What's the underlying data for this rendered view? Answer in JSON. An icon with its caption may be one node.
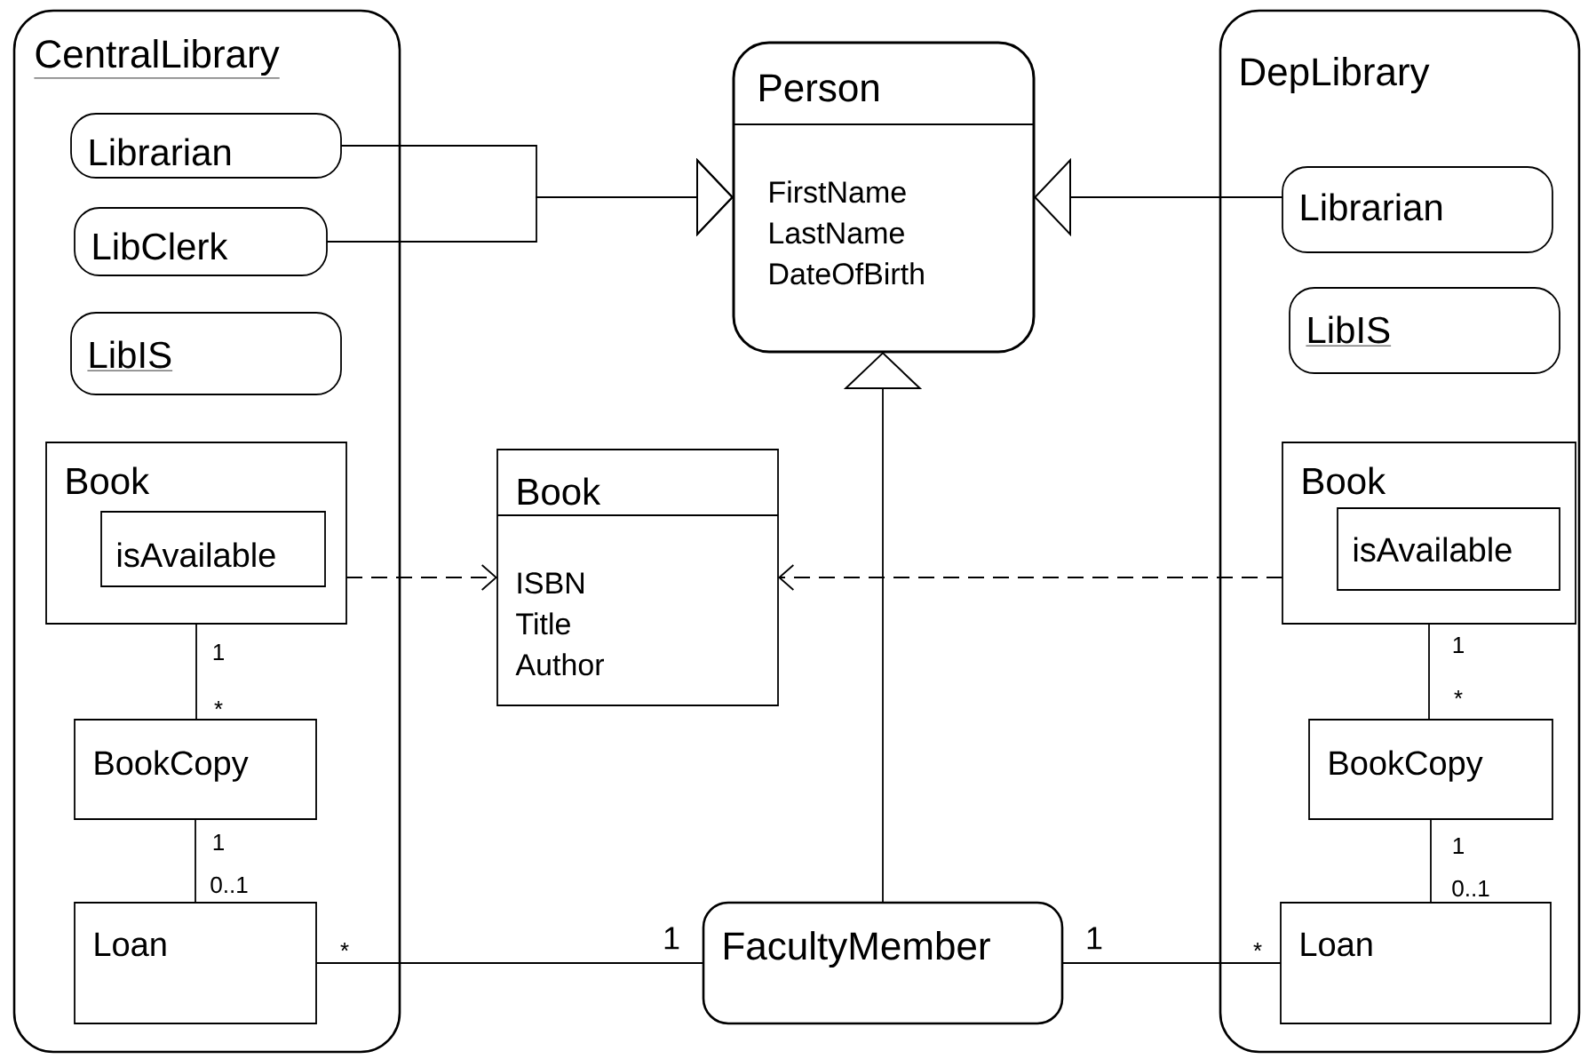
{
  "diagram": {
    "nodes": [
      {
        "text": [
          "CentralLibrary"
        ]
      },
      {
        "text": [
          "Librarian"
        ],
        "in": 0
      },
      {
        "text": [
          "LibClerk"
        ],
        "in": 0
      },
      {
        "text": [
          "LibIS"
        ],
        "in": 0
      },
      {
        "text": [
          "Book"
        ],
        "in": 0
      },
      {
        "text": [
          "isAvailable"
        ],
        "in": 4
      },
      {
        "text": [
          "BookCopy"
        ],
        "in": 0
      },
      {
        "text": [
          "Loan"
        ],
        "in": 0
      },
      {
        "text": [
          "Person",
          "FirstName",
          "LastName",
          "DateOfBirth"
        ]
      },
      {
        "text": [
          "Book",
          "ISBN",
          "Title",
          "Author"
        ]
      },
      {
        "text": [
          "FacultyMember"
        ]
      },
      {
        "text": [
          "DepLibrary"
        ]
      },
      {
        "text": [
          "Librarian"
        ],
        "in": 11
      },
      {
        "text": [
          "LibIS"
        ],
        "in": 11
      },
      {
        "text": [
          "Book"
        ],
        "in": 11
      },
      {
        "text": [
          "isAvailable"
        ],
        "in": 14
      },
      {
        "text": [
          "BookCopy"
        ],
        "in": 11
      },
      {
        "text": [
          "Loan"
        ],
        "in": 11
      }
    ],
    "edges": [
      {
        "from": 1,
        "to": 8,
        "arrow": "to"
      },
      {
        "from": 2,
        "to": 8,
        "arrow": "to"
      },
      {
        "from": 12,
        "to": 8,
        "arrow": "to"
      },
      {
        "from": 10,
        "to": 8,
        "arrow": "to"
      },
      {
        "from": 4,
        "to": 9,
        "arrow": "to",
        "style": "dashed"
      },
      {
        "from": 14,
        "to": 9,
        "arrow": "to",
        "style": "dashed"
      },
      {
        "from": 4,
        "to": 6,
        "arrow": "none"
      },
      {
        "from": 6,
        "to": 7,
        "arrow": "none"
      },
      {
        "from": 7,
        "to": 10,
        "arrow": "none"
      },
      {
        "from": 14,
        "to": 16,
        "arrow": "none"
      },
      {
        "from": 16,
        "to": 17,
        "arrow": "none"
      },
      {
        "from": 10,
        "to": 17,
        "arrow": "none"
      }
    ],
    "labels": [
      "1",
      "*",
      "1",
      "*",
      "1",
      "0..1",
      "1",
      "0..1",
      "*",
      "1",
      "1",
      "*"
    ]
  }
}
